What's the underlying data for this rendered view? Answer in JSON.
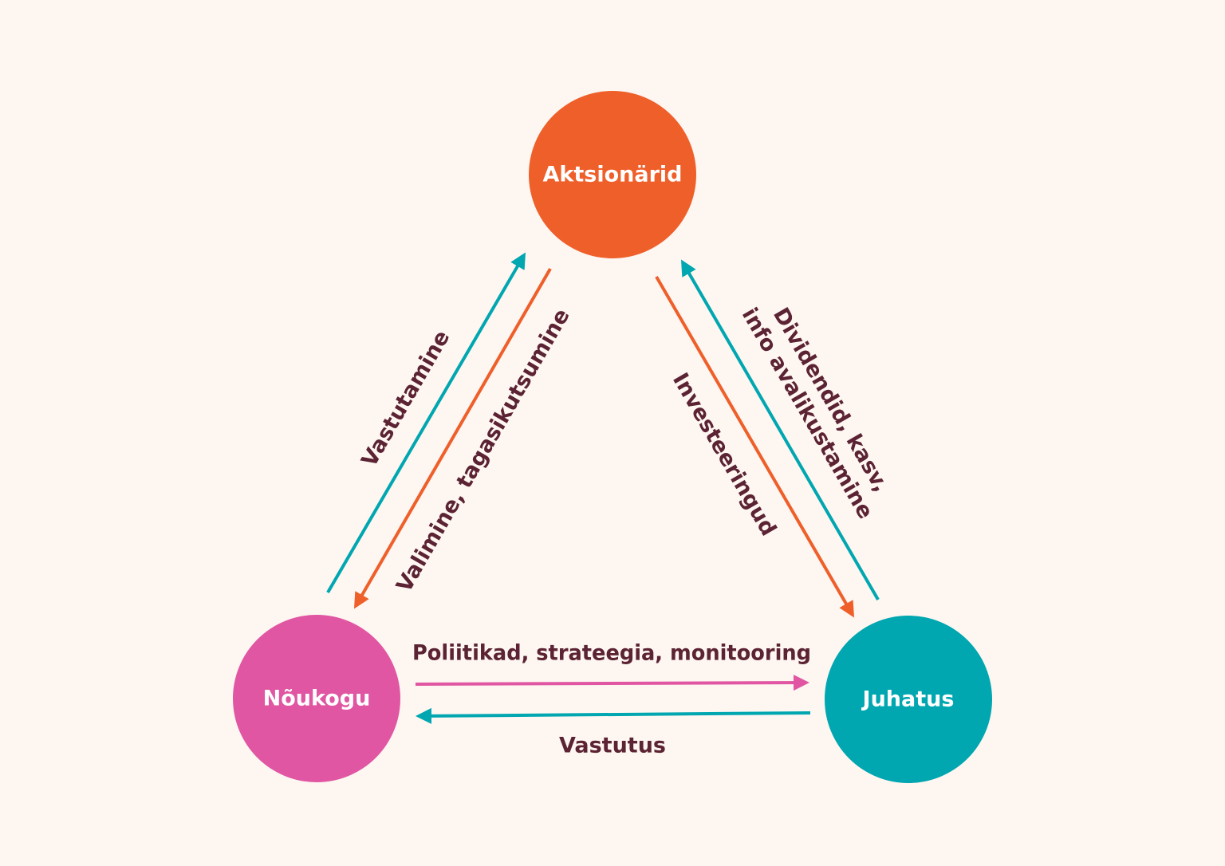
{
  "colors": {
    "background": "#FDF6F1",
    "text": "#5B2333",
    "orange": "#EF5F2A",
    "teal": "#00A6B0",
    "pink": "#E056A2"
  },
  "nodes": {
    "shareholders": {
      "label": "Aktsionärid",
      "color": "#EF5F2A"
    },
    "council": {
      "label": "Nõukogu",
      "color": "#E056A2"
    },
    "board": {
      "label": "Juhatus",
      "color": "#00A6B0"
    }
  },
  "edges": {
    "accountability_up": {
      "label": "Vastutamine",
      "color": "#00A6B0"
    },
    "election": {
      "label": "Valimine, tagasikutsumine",
      "color": "#EF5F2A"
    },
    "investments": {
      "label": "Investeeringud",
      "color": "#EF5F2A"
    },
    "dividends": {
      "line1": "Dividendid, kasv,",
      "line2": "info avalikustamine",
      "color": "#00A6B0"
    },
    "policies": {
      "label": "Poliitikad, strateegia, monitooring",
      "color": "#E056A2"
    },
    "responsibility": {
      "label": "Vastutus",
      "color": "#00A6B0"
    }
  }
}
